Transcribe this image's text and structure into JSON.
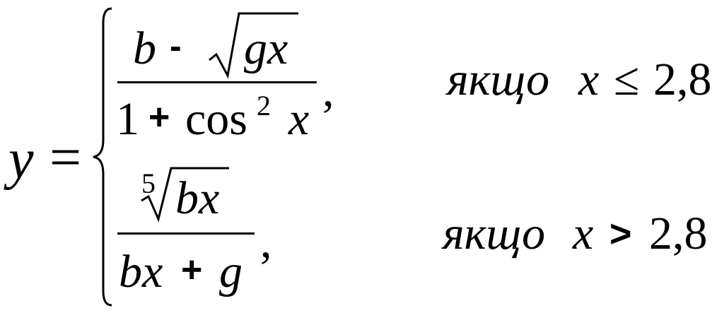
{
  "formula": {
    "lhs": {
      "variable": "y",
      "equals": "="
    },
    "case1": {
      "numerator": {
        "b": "b",
        "minus": "-",
        "radicand": "gx"
      },
      "denominator": {
        "one": "1",
        "plus": "+",
        "func": "cos",
        "exponent": "2",
        "arg": "x"
      },
      "comma": ",",
      "condition": {
        "word": "якщо",
        "var": "x",
        "relation": "≤",
        "value": "2,8"
      }
    },
    "case2": {
      "numerator": {
        "root_index": "5",
        "radicand": "bx"
      },
      "denominator": {
        "bx": "bx",
        "plus": "+",
        "g": "g"
      },
      "comma": ",",
      "condition": {
        "word": "якщо",
        "var": "x",
        "relation": ">",
        "value": "2,8"
      }
    }
  }
}
